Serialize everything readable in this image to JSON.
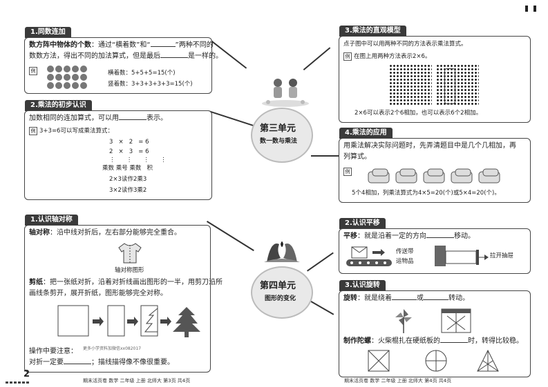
{
  "page_number": "2",
  "footer_left": "期末活页卷  数学  二年级  上册  北师大  第3页  共4页",
  "footer_right": "期末活页卷  数学  二年级  上册  北师大  第4页  共4页",
  "watermark": "更多小学资料加微信xx082017",
  "unit3": {
    "title": "第三单元",
    "subtitle": "数一数与乘法",
    "s1": {
      "tag": "1.同数连加",
      "line1_bold": "数方阵中物体的个数",
      "line1": "：通过“横着数”和“",
      "line1b": "”两种不同的",
      "line2": "数数方法，得出不同的加法算式，但是最后",
      "line2b": "是一样的。",
      "ex_label": "例",
      "eq1": "横着数：5+5+5=15(个)",
      "eq2": "竖着数：3+3+3+3+3=15(个)"
    },
    "s2": {
      "tag": "2.乘法的初步认识",
      "line1": "加数相同的连加算式，可以用",
      "line1b": "表示。",
      "ex_label": "例",
      "ex": "3+3=6可以写成乘法算式：",
      "r1": "3   ×   2   = 6",
      "r2": "2   ×   3   = 6",
      "r3": "⋮      ⋮      ⋮      ⋮",
      "r4": "乘数 乘号 乘数   积",
      "r5": "2×3读作2乘3",
      "r6": "3×2读作3乘2"
    },
    "s3": {
      "tag": "3.乘法的直观模型",
      "line1": "点子图中可以用两种不同的方法表示乘法算式。",
      "ex_label": "例",
      "ex": "在图上用两种方法表示2×6。",
      "caption": "2×6可以表示2个6相加，也可以表示6个2相加。"
    },
    "s4": {
      "tag": "4.乘法的应用",
      "line1": "用乘法解决实际问题时，先弄清题目中是几个几相加，再",
      "line2": "列算式。",
      "ex_label": "例",
      "caption": "5个4相加，列乘法算式为4×5=20(个)或5×4=20(个)。"
    }
  },
  "unit4": {
    "title": "第四单元",
    "subtitle": "图形的变化",
    "s1": {
      "tag": "1.认识轴对称",
      "line1_bold": "轴对称",
      "line1": "：沿中线对折后，左右部分能够完全重合。",
      "img_caption": "轴对称图形",
      "line2_bold": "剪纸",
      "line2": "：把一张纸对折，沿着对折线画出图形的一半，用剪刀沿所",
      "line3": "画线条剪开，展开折纸，图形能够完全对称。",
      "note_title": "操作中要注意：",
      "note1": "对折一定要",
      "note1b": "；描线描得像不像很重要。"
    },
    "s2": {
      "tag": "2.认识平移",
      "line1_bold": "平移",
      "line1": "：就是沿着一定的方向",
      "line1b": "移动。",
      "label1a": "传送带",
      "label1b": "运物品",
      "label2": "拉开抽屉"
    },
    "s3": {
      "tag": "3.认识旋转",
      "line1_bold": "旋转",
      "line1": "：就是绕着",
      "line1b": "或",
      "line1c": "转动。",
      "line2_bold": "制作陀螺",
      "line2": "：火柴棍扎在硬纸板的",
      "line2b": "时，转得比较稳。"
    }
  }
}
